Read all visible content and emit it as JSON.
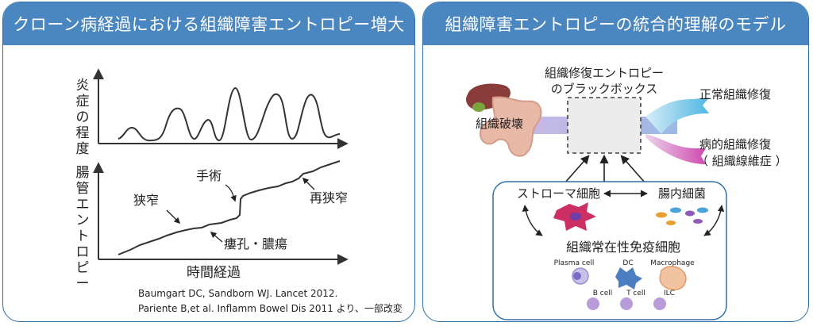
{
  "left": {
    "title": "クローン病経過における組織障害エントロピー増大",
    "chart_top": {
      "ylabel": [
        "炎",
        "症",
        "の",
        "程",
        "度"
      ]
    },
    "chart_bottom": {
      "ylabel": [
        "腸",
        "管",
        "エ",
        "ン",
        "ト",
        "ロ",
        "ピ",
        "ー"
      ],
      "xlabel": "時間経過",
      "annotations": {
        "stenosis": "狭窄",
        "surgery": "手術",
        "restenosis": "再狭窄",
        "fistula": "瘻孔・膿瘍"
      }
    },
    "references": [
      "Baumgart DC, Sandborn WJ. Lancet 2012.",
      "Pariente B,et al. Inflamm Bowel Dis 2011 より、一部改変"
    ]
  },
  "right": {
    "title": "組織障害エントロピーの統合的理解のモデル",
    "blackbox": [
      "組織修復エントロピー",
      "のブラックボックス"
    ],
    "destruction": "組織破壊",
    "normal_repair": "正常組織修復",
    "pathologic_repair": [
      "病的組織修復",
      "（ 組織線維症 ）"
    ],
    "stromal": "ストローマ細胞",
    "microbes": "腸内細菌",
    "immune": "組織常在性免疫細胞",
    "cells": {
      "plasma": "Plasma cell",
      "dc": "DC",
      "macrophage": "Macrophage",
      "bcell": "B cell",
      "tcell": "T cell",
      "ilc": "ILC"
    },
    "colors": {
      "header": "#4a86bf",
      "normal_flow": "#5bbde0",
      "pathologic_flow": "#d04fb0",
      "tissue": "#b07fc4"
    }
  }
}
